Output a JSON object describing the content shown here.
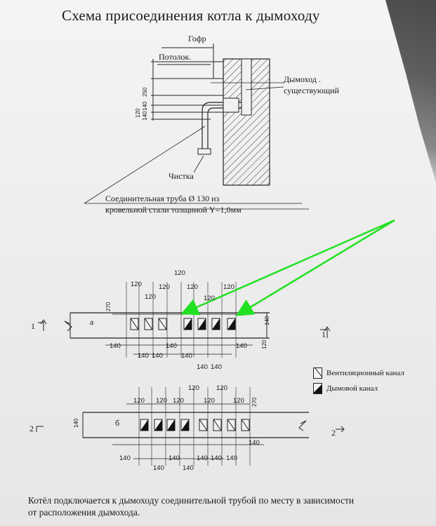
{
  "title": "Схема присоединения котла к дымоходу",
  "top_diagram": {
    "label_gofr": "Гофр",
    "label_ceiling": "Потолок.",
    "label_chimney_1": "Дымоход .",
    "label_chimney_2": "существующий",
    "label_cleanout": "Чистка",
    "label_pipe_1": "Соединительная труба Ø 130 из",
    "label_pipe_2": "кровельной стали толщиной Y=1,0мм",
    "dims_vertical": [
      "250",
      "140",
      "140",
      "120"
    ]
  },
  "plan_1": {
    "section_left": "1",
    "section_right": "1",
    "letter": "а",
    "dims_top": [
      "120",
      "120",
      "120",
      "120",
      "120",
      "120",
      "120"
    ],
    "dim_270": "270",
    "dim_140_right": "140",
    "dims_bottom": [
      "140",
      "140",
      "140",
      "140",
      "140",
      "140",
      "140",
      "140"
    ],
    "dim_120_right": "120"
  },
  "plan_2": {
    "section_left": "2",
    "section_right": "2",
    "letter": "б",
    "dims_top": [
      "120",
      "120",
      "120",
      "120",
      "120",
      "120",
      "120"
    ],
    "dim_270": "270",
    "dim_140_left": "140",
    "dims_bottom": [
      "140",
      "140",
      "140",
      "140",
      "140",
      "140",
      "140",
      "140"
    ]
  },
  "legend": {
    "vent": "Вентиляционный канал",
    "smoke": "Дымовой канал"
  },
  "note": "Котёл подключается к дымоходу соединительной трубой по месту в зависимости от расположения дымохода.",
  "colors": {
    "arrow": "#22e022",
    "ink": "#1a1a1a",
    "paper": "#f0f0f0"
  }
}
